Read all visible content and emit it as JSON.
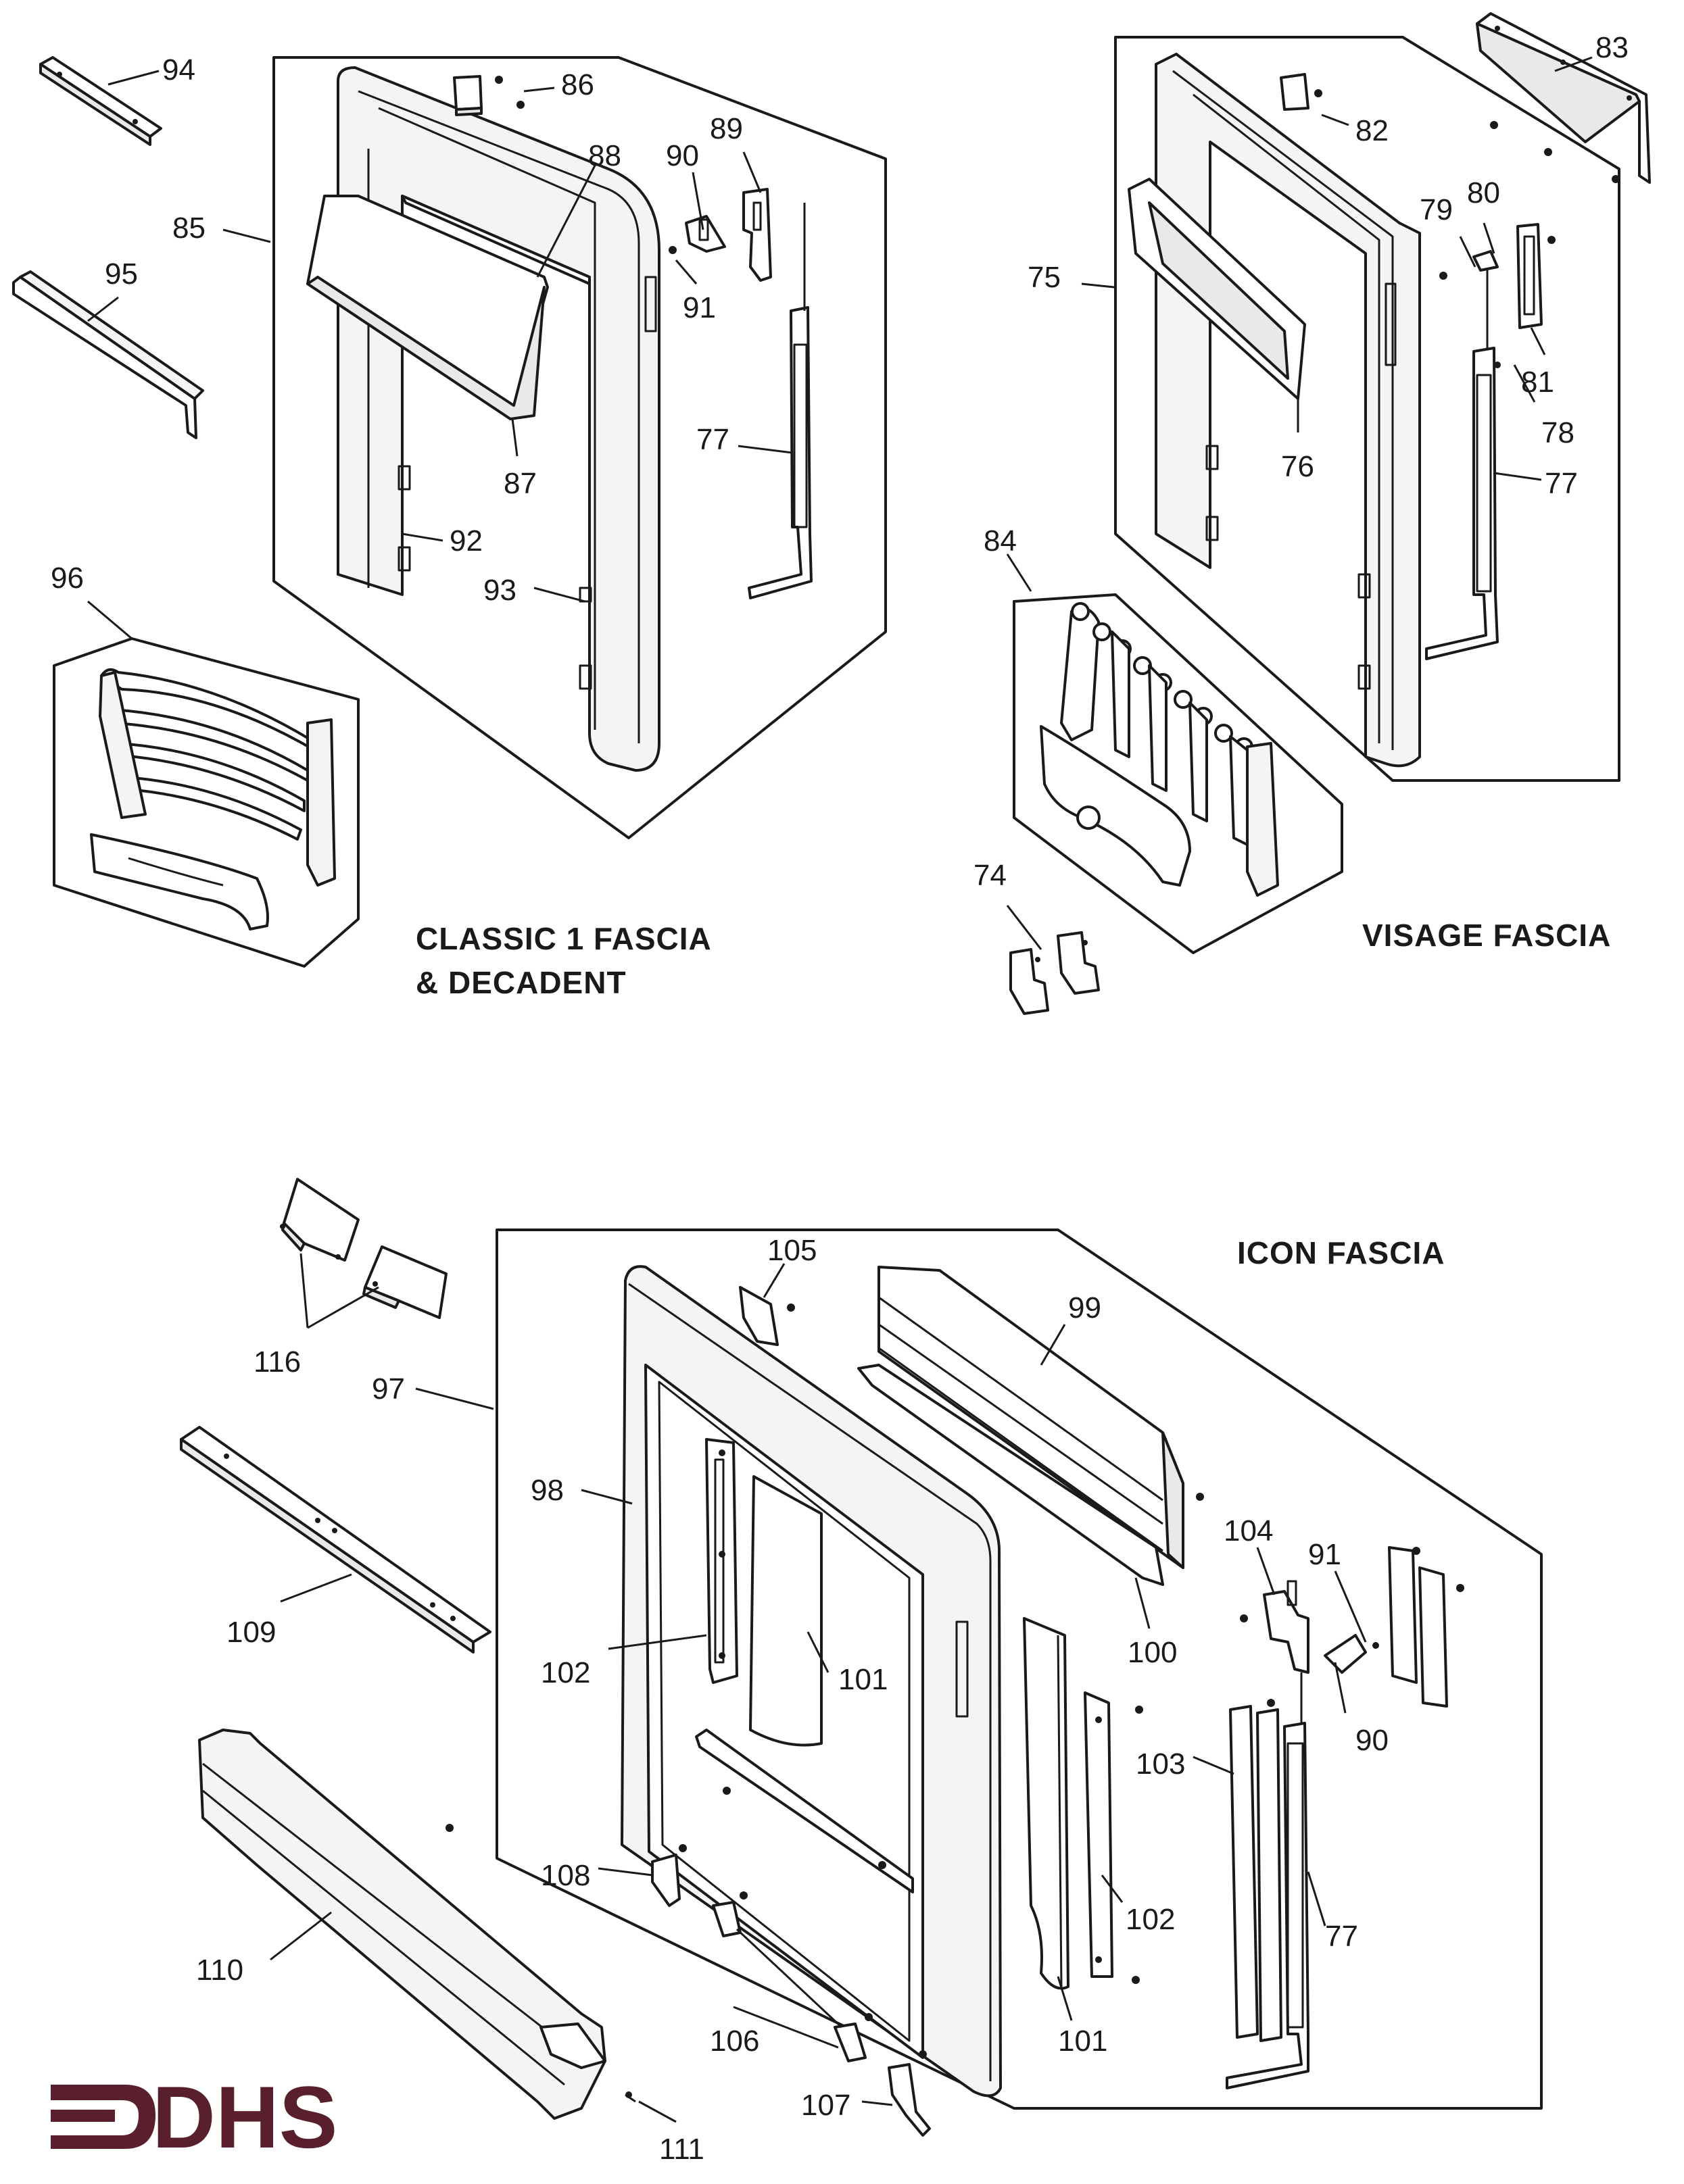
{
  "sections": {
    "classic": {
      "title_line1": "CLASSIC 1 FASCIA",
      "title_line2": "& DECADENT"
    },
    "visage": {
      "title": "VISAGE FASCIA"
    },
    "icon": {
      "title": "ICON FASCIA"
    }
  },
  "part_labels": {
    "p94": "94",
    "p95": "95",
    "p85": "85",
    "p86": "86",
    "p88": "88",
    "p90a": "90",
    "p89": "89",
    "p91a": "91",
    "p87": "87",
    "p77a": "77",
    "p92": "92",
    "p93": "93",
    "p96": "96",
    "p83": "83",
    "p82": "82",
    "p80": "80",
    "p79": "79",
    "p75": "75",
    "p81": "81",
    "p78": "78",
    "p76": "76",
    "p77b": "77",
    "p84": "84",
    "p74": "74",
    "p105": "105",
    "p99": "99",
    "p116": "116",
    "p97": "97",
    "p98": "98",
    "p104": "104",
    "p91b": "91",
    "p109": "109",
    "p102a": "102",
    "p101a": "101",
    "p100": "100",
    "p90b": "90",
    "p103": "103",
    "p108": "108",
    "p102b": "102",
    "p77c": "77",
    "p110": "110",
    "p106": "106",
    "p101b": "101",
    "p107": "107",
    "p111": "111"
  },
  "logo": {
    "text": "DHS",
    "color": "#5a1f2c"
  }
}
